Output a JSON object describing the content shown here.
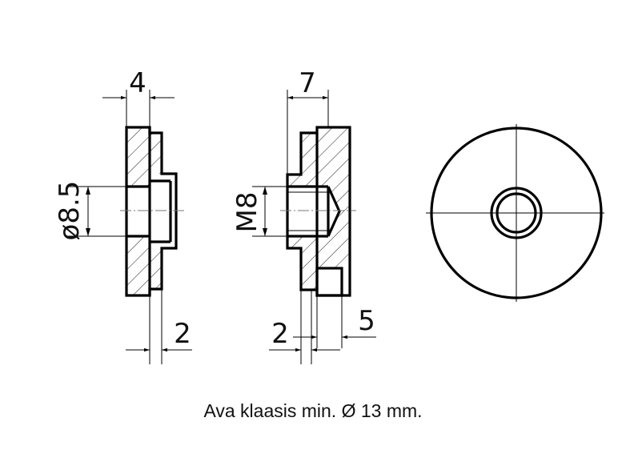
{
  "drawing": {
    "left_view": {
      "width_dim": "4",
      "diameter_dim": "ø8.5",
      "step_dim": "2"
    },
    "middle_view": {
      "width_dim": "7",
      "thread_dim": "M8",
      "step_dim": "2",
      "boss_dim": "5"
    }
  },
  "caption": "Ava klaasis min. Ø 13 mm."
}
